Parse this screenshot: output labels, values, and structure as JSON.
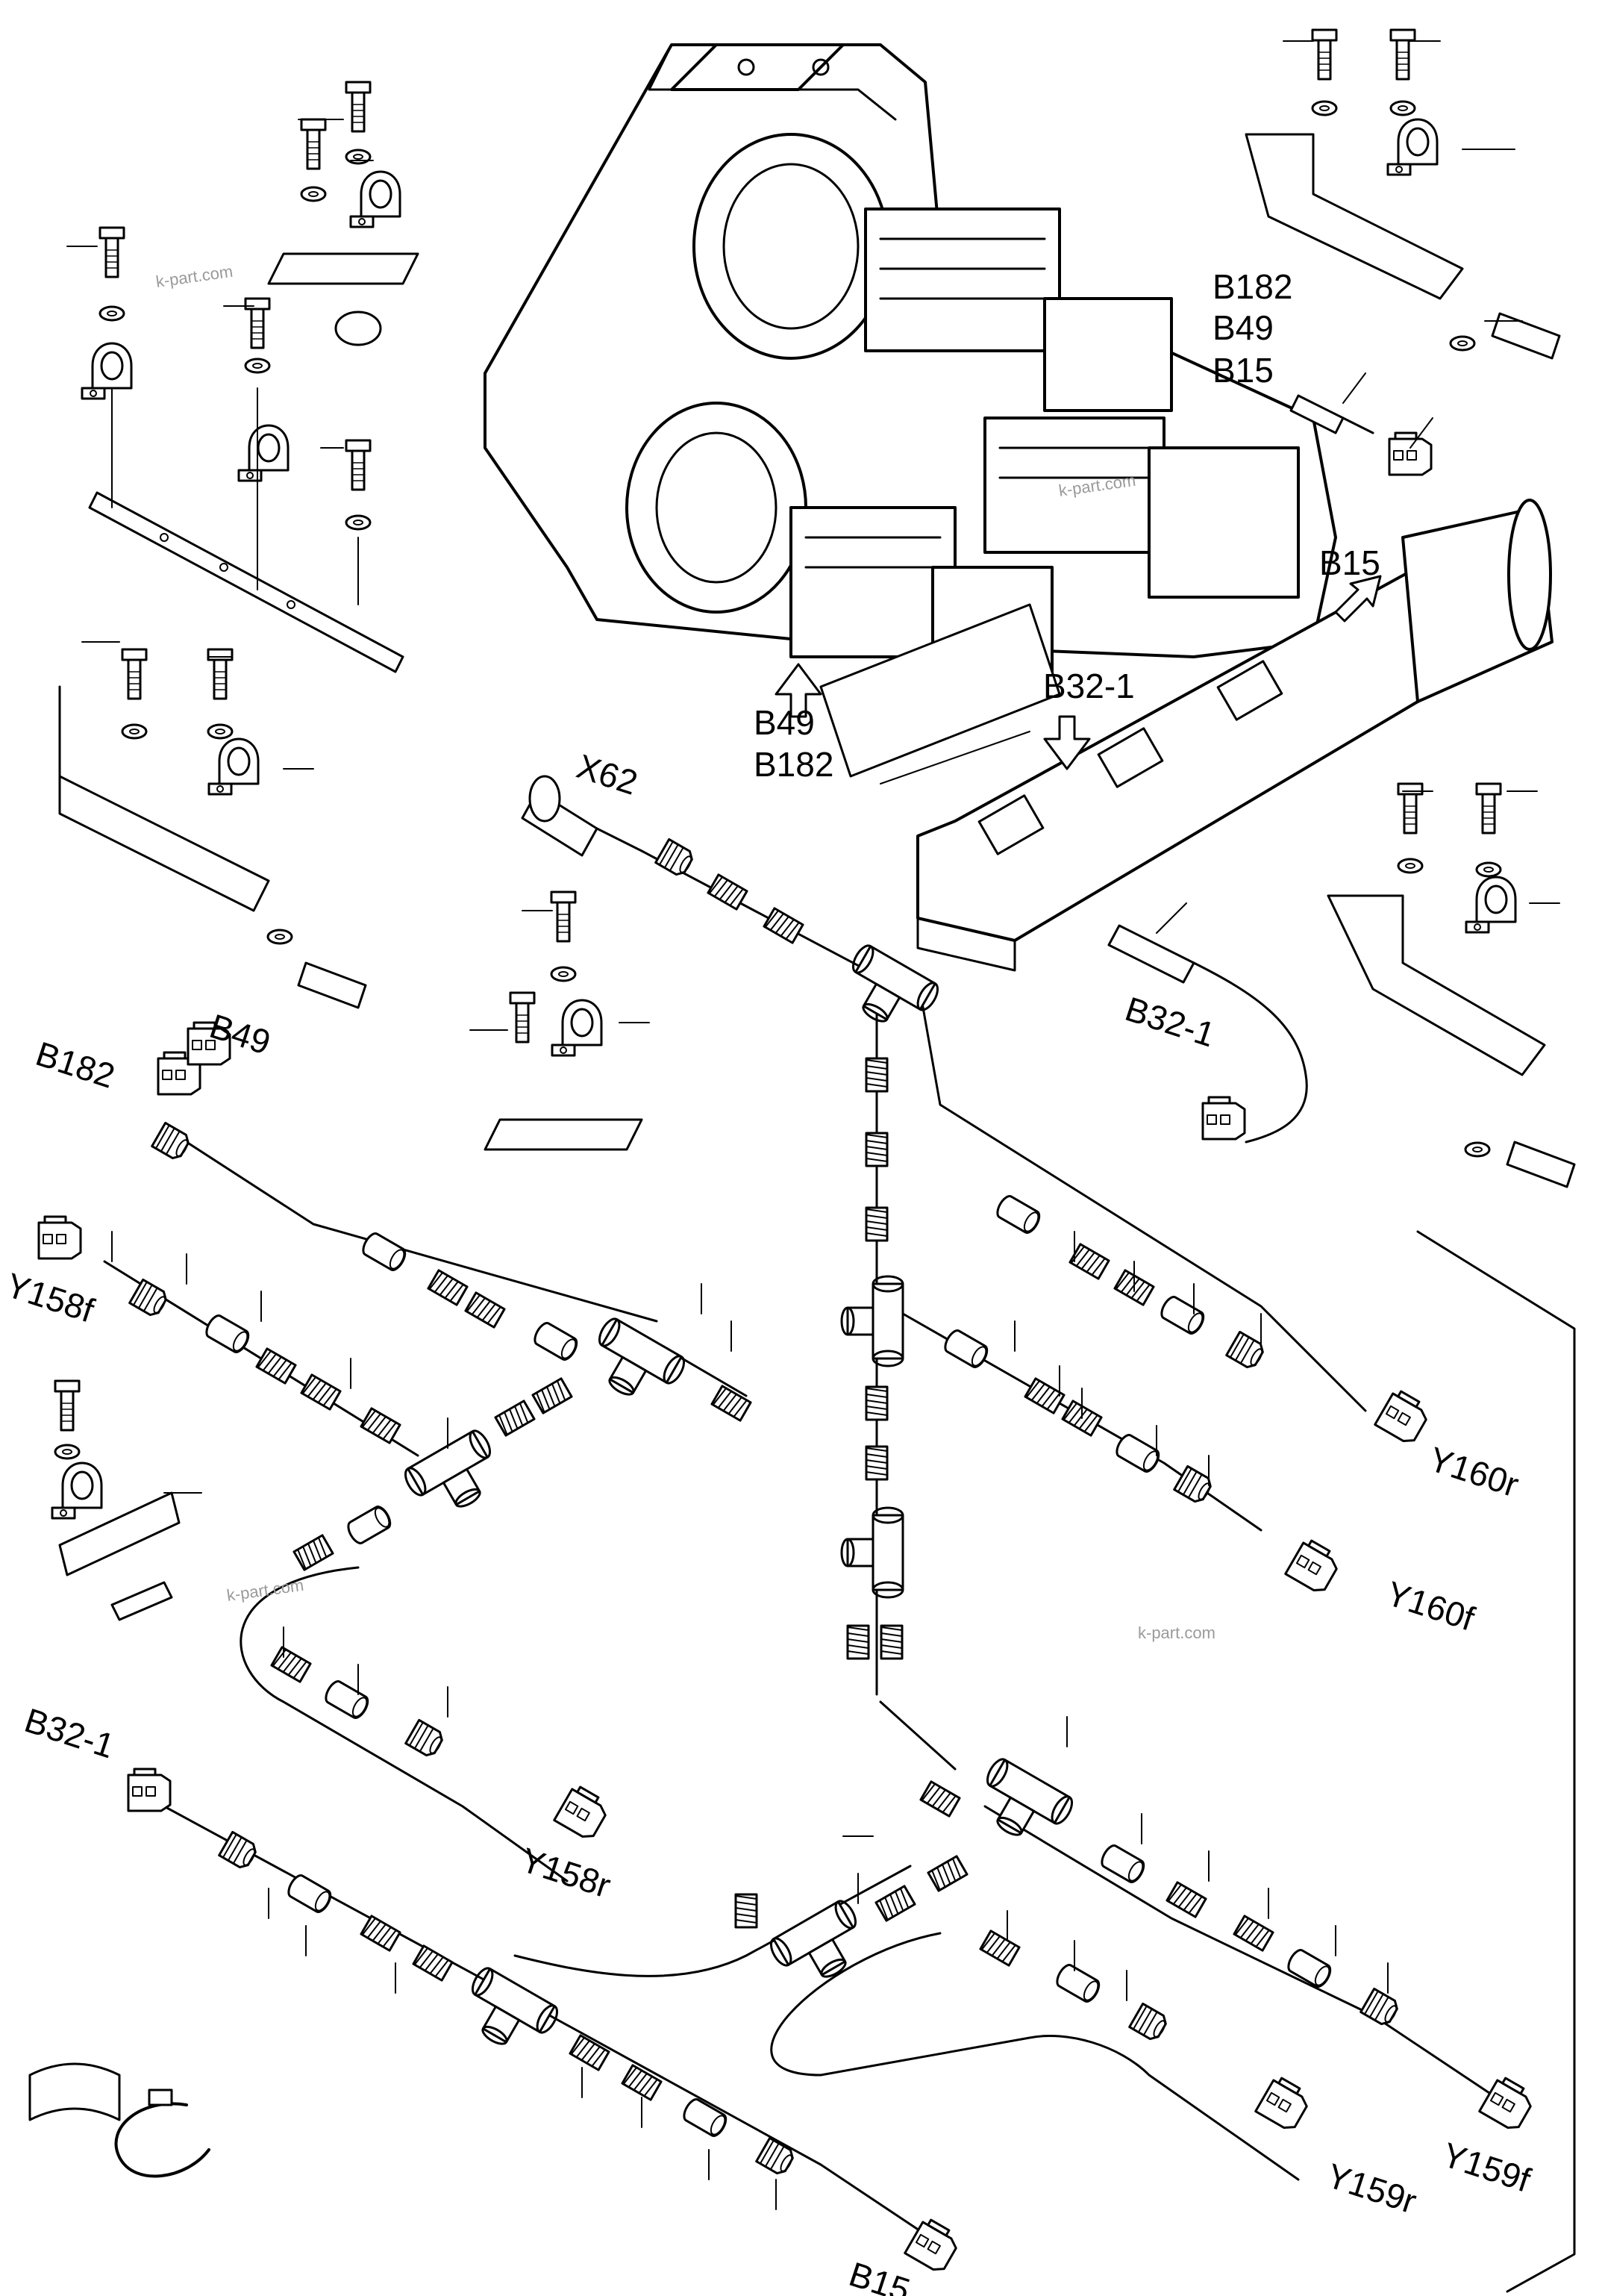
{
  "labels": {
    "B182_top": "B182",
    "B49_top": "B49",
    "B15_top": "B15",
    "B15_arrow": "B15",
    "B49_arrow": "B49",
    "B182_arrow": "B182",
    "B32_1_arrow": "B32-1",
    "X62": "X62",
    "B32_1_sensor": "B32-1",
    "B49_conn": "B49",
    "B182_conn": "B182",
    "Y158f": "Y158f",
    "Y160r": "Y160r",
    "Y160f": "Y160f",
    "B32_1_conn": "B32-1",
    "Y158r": "Y158r",
    "Y159f": "Y159f",
    "Y159r": "Y159r",
    "B15_bottom": "B15"
  },
  "watermarks": [
    "k-part.com",
    "k-part.com",
    "k-part.com",
    "k-part.com"
  ]
}
